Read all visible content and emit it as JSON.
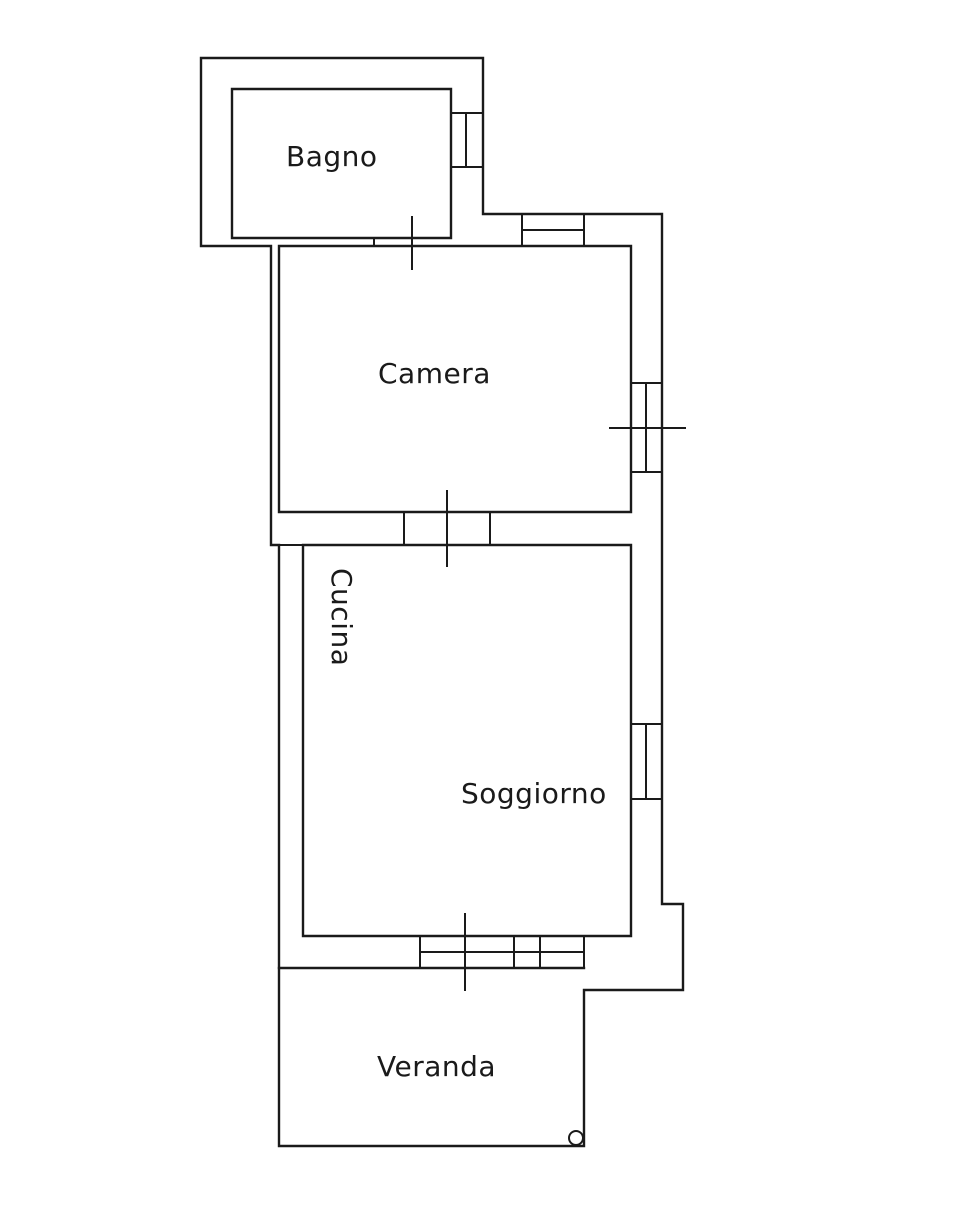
{
  "rooms": {
    "bagno": "Bagno",
    "camera": "Camera",
    "cucina": "Cucina",
    "soggiorno": "Soggiorno",
    "veranda": "Veranda"
  },
  "colors": {
    "line": "#1a1a1a",
    "background": "#ffffff"
  }
}
